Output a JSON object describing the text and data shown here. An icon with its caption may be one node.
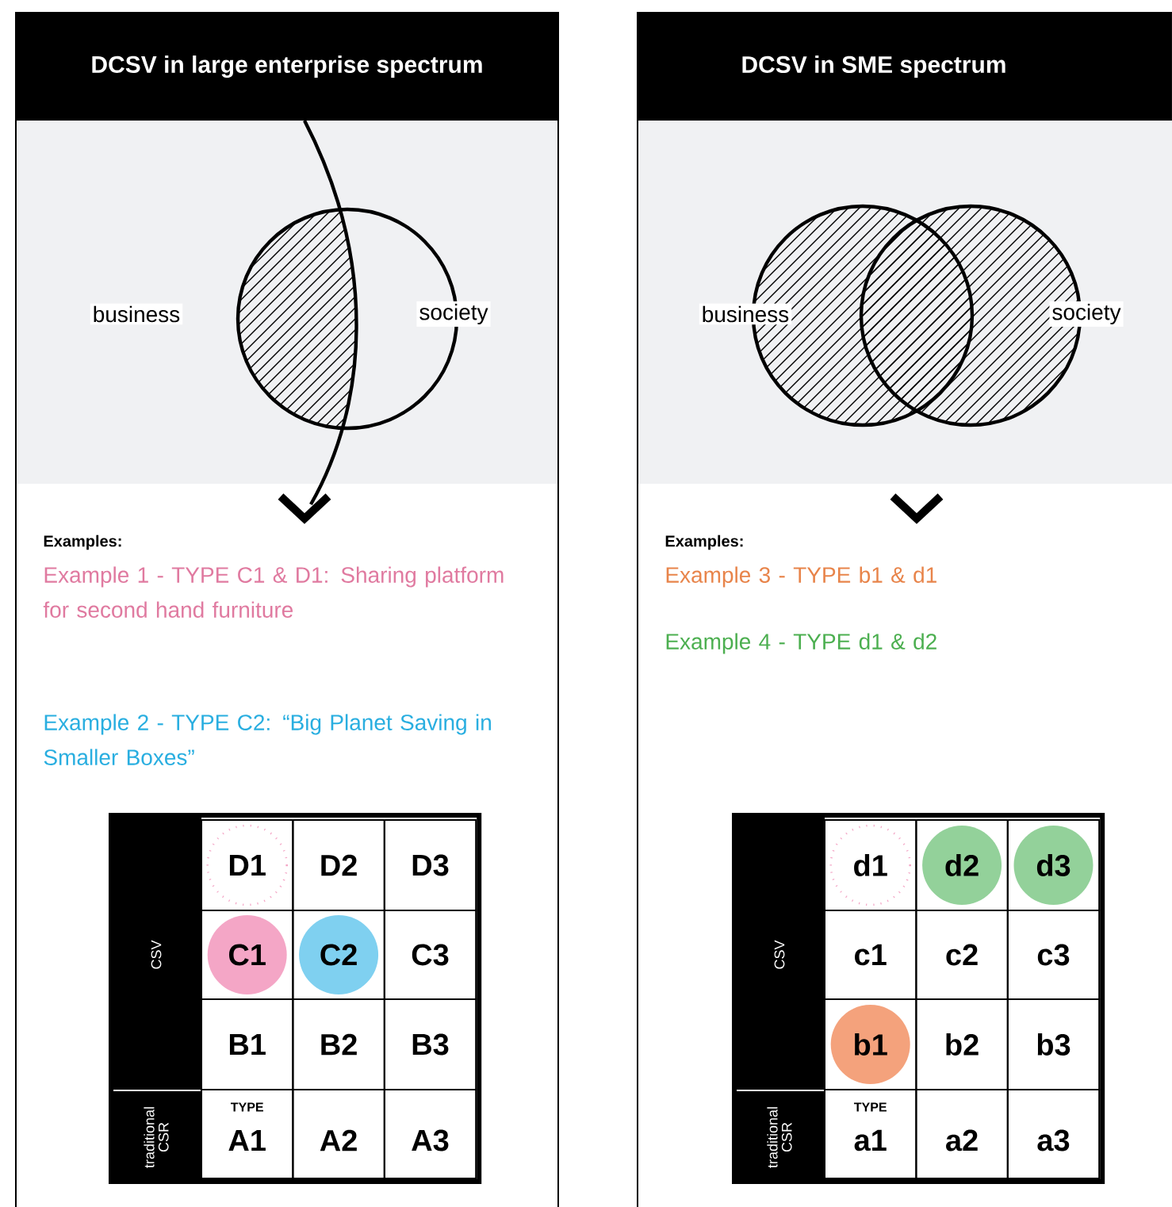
{
  "diagram": {
    "nodes": [
      {
        "text": [
          "DCSV in large enterprise spectrum"
        ]
      },
      {
        "text": [
          "DCSV in SME spectrum"
        ]
      }
    ],
    "labels": [
      "business",
      "society",
      "Examples:",
      "Example 1 - TYPE C1 & D1: Sharing platform for second hand furniture",
      "Example 2 - TYPE C2: “Big Planet Saving in Smaller Boxes”",
      "CSV",
      "traditional CSR",
      "D1",
      "D2",
      "D3",
      "C1",
      "C2",
      "C3",
      "B1",
      "B2",
      "B3",
      "TYPE",
      "A1",
      "A2",
      "A3",
      "business",
      "society",
      "Examples:",
      "Example 3 - TYPE b1 & d1",
      "Example 4 - TYPE d1 & d2",
      "CSV",
      "traditional CSR",
      "d1",
      "d2",
      "d3",
      "c1",
      "c2",
      "c3",
      "b1",
      "b2",
      "b3",
      "TYPE",
      "a1",
      "a2",
      "a3"
    ]
  }
}
